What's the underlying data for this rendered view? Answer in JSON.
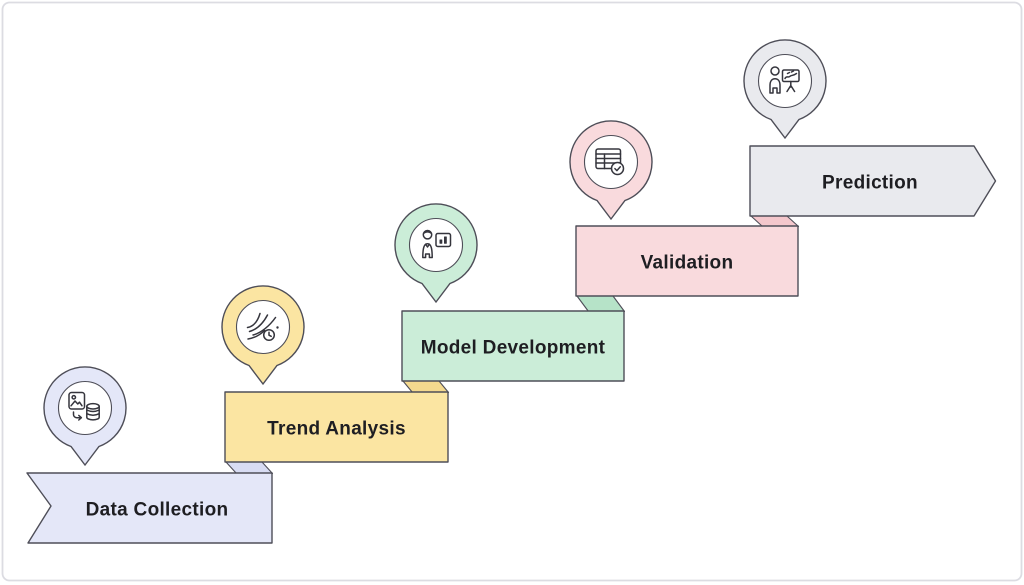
{
  "diagram": {
    "type": "staircase-process",
    "direction": "ascending-left-to-right",
    "step_count": 5
  },
  "steps": [
    {
      "label": "Data Collection",
      "fill": "#E4E7F8",
      "connector_fill": "#D8DCF3",
      "icon": "image-to-database-icon"
    },
    {
      "label": "Trend Analysis",
      "fill": "#FBE5A2",
      "connector_fill": "#F4D98E",
      "icon": "wind-clock-icon"
    },
    {
      "label": "Model Development",
      "fill": "#CBEDD8",
      "connector_fill": "#B6E3C8",
      "icon": "person-bar-chart-icon"
    },
    {
      "label": "Validation",
      "fill": "#F9DADD",
      "connector_fill": "#F4C7CC",
      "icon": "table-check-icon"
    },
    {
      "label": "Prediction",
      "fill": "#E9EAEE",
      "connector_fill": "#DEDFE5",
      "icon": "person-presentation-icon"
    }
  ],
  "colors": {
    "outline": "#4E4E58",
    "icon": "#35353D",
    "text": "#1E1E22",
    "background": "#FFFFFF",
    "frame": "#DCDCE2"
  }
}
